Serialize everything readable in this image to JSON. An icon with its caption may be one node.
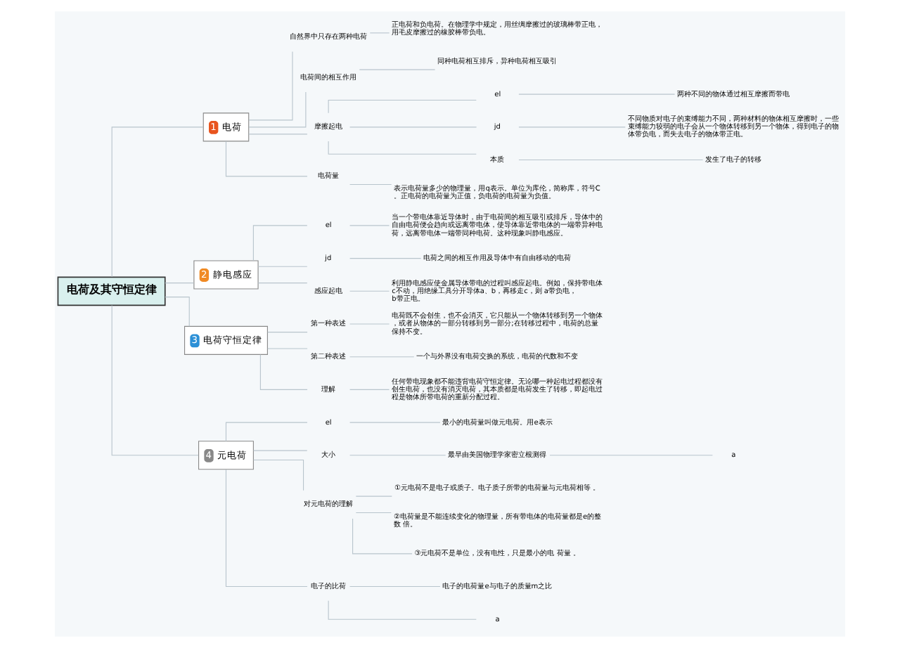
{
  "diagram": {
    "nodes": [
      {
        "text": [
          "电荷及其守恒定律"
        ]
      },
      {
        "text": [
          "1",
          "电荷"
        ]
      },
      {
        "text": [
          "自然界中只存在两种电荷"
        ]
      },
      {
        "text": [
          "正电荷和负电荷。在物理学中规定，用丝绸摩擦过的玻璃棒带正电，用毛皮摩擦过的橡胶棒带负电。"
        ]
      },
      {
        "text": [
          "电荷间的相互作用"
        ]
      },
      {
        "text": [
          "同种电荷相互排斥，异种电荷相互吸引"
        ]
      },
      {
        "text": [
          "摩擦起电"
        ]
      },
      {
        "text": [
          "el"
        ]
      },
      {
        "text": [
          "两种不同的物体通过相互摩擦而带电"
        ]
      },
      {
        "text": [
          "jd"
        ]
      },
      {
        "text": [
          "不同物质对电子的束缚能力不同，两种材料的物体相互摩擦时，一些束缚能力较弱的电子会从一个物体转移到另一个物体，得到电子的物体带负电，而失去电子的物体带正电。"
        ]
      },
      {
        "text": [
          "本质"
        ]
      },
      {
        "text": [
          "发生了电子的转移"
        ]
      },
      {
        "text": [
          "电荷量"
        ]
      },
      {
        "text": [
          "表示电荷量多少的物理量，用q表示。单位为库伦，简称库，符号C。正电荷的电荷量为正值，负电荷的电荷量为负值。"
        ]
      },
      {
        "text": [
          "2",
          "静电感应"
        ]
      },
      {
        "text": [
          "el"
        ]
      },
      {
        "text": [
          "当一个带电体靠近导体时，由于电荷间的相互吸引或排斥，导体中的自由电荷便会趋向或远离带电体，使导体靠近带电体的一端带异种电荷，远离带电体一端带同种电荷。这种现象叫静电感应。"
        ]
      },
      {
        "text": [
          "jd"
        ]
      },
      {
        "text": [
          "电荷之间的相互作用及导体中有自由移动的电荷"
        ]
      },
      {
        "text": [
          "感应起电"
        ]
      },
      {
        "text": [
          "利用静电感应使金属导体带电的过程叫感应起电。例如，保持带电体 c不动，用绝缘工具分开导体a、b，再移走c，则 a带负电，b带正电。"
        ]
      },
      {
        "text": [
          "3",
          "电荷守恒定律"
        ]
      },
      {
        "text": [
          "第一种表述"
        ]
      },
      {
        "text": [
          "电荷既不会创生，也不会消灭，它只能从一个物体转移到另一个物体，或者从物体的一部分转移到另一部分;在转移过程中，电荷的总量保持不变。"
        ]
      },
      {
        "text": [
          "第二种表述"
        ]
      },
      {
        "text": [
          "一个与外界没有电荷交换的系统，电荷的代数和不变"
        ]
      },
      {
        "text": [
          "理解"
        ]
      },
      {
        "text": [
          "任何带电现象都不能违背电荷守恒定律。无论哪一种起电过程都没有创生电荷，也没有消灭电荷，其本质都是电荷发生了转移，即起电过程是物体所带电荷的重新分配过程。"
        ]
      },
      {
        "text": [
          "4",
          "元电荷"
        ]
      },
      {
        "text": [
          "el"
        ]
      },
      {
        "text": [
          "最小的电荷量叫做元电荷。用e表示"
        ]
      },
      {
        "text": [
          "大小"
        ]
      },
      {
        "text": [
          "最早由美国物理学家密立根测得"
        ]
      },
      {
        "text": [
          "a"
        ]
      },
      {
        "text": [
          "对元电荷的理解"
        ]
      },
      {
        "text": [
          "①元电荷不是电子或质子。电子质子所带的电荷量与元电荷相等 。"
        ]
      },
      {
        "text": [
          "②电荷量是不能连续变化的物理量，所有带电体的电荷量都是e的整数 倍。"
        ]
      },
      {
        "text": [
          "③元电荷不是单位，没有电性，只是最小的电 荷量 。"
        ]
      },
      {
        "text": [
          "电子的比荷"
        ]
      },
      {
        "text": [
          "电子的电荷量e与电子的质量m之比"
        ]
      },
      {
        "text": [
          "a"
        ]
      }
    ],
    "edges": [
      {
        "from": 0,
        "to": 1,
        "arrow": "none"
      },
      {
        "from": 1,
        "to": 2,
        "arrow": "none"
      },
      {
        "from": 2,
        "to": 3,
        "arrow": "none"
      },
      {
        "from": 1,
        "to": 4,
        "arrow": "none"
      },
      {
        "from": 4,
        "to": 5,
        "arrow": "none"
      },
      {
        "from": 1,
        "to": 6,
        "arrow": "none"
      },
      {
        "from": 6,
        "to": 7,
        "arrow": "none"
      },
      {
        "from": 7,
        "to": 8,
        "arrow": "none"
      },
      {
        "from": 6,
        "to": 9,
        "arrow": "none"
      },
      {
        "from": 9,
        "to": 10,
        "arrow": "none"
      },
      {
        "from": 6,
        "to": 11,
        "arrow": "none"
      },
      {
        "from": 11,
        "to": 12,
        "arrow": "none"
      },
      {
        "from": 1,
        "to": 13,
        "arrow": "none"
      },
      {
        "from": 13,
        "to": 14,
        "arrow": "none"
      },
      {
        "from": 0,
        "to": 15,
        "arrow": "none"
      },
      {
        "from": 15,
        "to": 16,
        "arrow": "none"
      },
      {
        "from": 16,
        "to": 17,
        "arrow": "none"
      },
      {
        "from": 15,
        "to": 18,
        "arrow": "none"
      },
      {
        "from": 18,
        "to": 19,
        "arrow": "none"
      },
      {
        "from": 15,
        "to": 20,
        "arrow": "none"
      },
      {
        "from": 20,
        "to": 21,
        "arrow": "none"
      },
      {
        "from": 0,
        "to": 22,
        "arrow": "none"
      },
      {
        "from": 22,
        "to": 23,
        "arrow": "none"
      },
      {
        "from": 23,
        "to": 24,
        "arrow": "none"
      },
      {
        "from": 22,
        "to": 25,
        "arrow": "none"
      },
      {
        "from": 25,
        "to": 26,
        "arrow": "none"
      },
      {
        "from": 22,
        "to": 27,
        "arrow": "none"
      },
      {
        "from": 27,
        "to": 28,
        "arrow": "none"
      },
      {
        "from": 0,
        "to": 29,
        "arrow": "none"
      },
      {
        "from": 29,
        "to": 30,
        "arrow": "none"
      },
      {
        "from": 30,
        "to": 31,
        "arrow": "none"
      },
      {
        "from": 29,
        "to": 32,
        "arrow": "none"
      },
      {
        "from": 32,
        "to": 33,
        "arrow": "none"
      },
      {
        "from": 33,
        "to": 34,
        "arrow": "none"
      },
      {
        "from": 29,
        "to": 35,
        "arrow": "none"
      },
      {
        "from": 35,
        "to": 36,
        "arrow": "none"
      },
      {
        "from": 35,
        "to": 37,
        "arrow": "none"
      },
      {
        "from": 35,
        "to": 38,
        "arrow": "none"
      },
      {
        "from": 29,
        "to": 39,
        "arrow": "none"
      },
      {
        "from": 39,
        "to": 40,
        "arrow": "none"
      },
      {
        "from": 39,
        "to": 41,
        "arrow": "none"
      }
    ]
  }
}
